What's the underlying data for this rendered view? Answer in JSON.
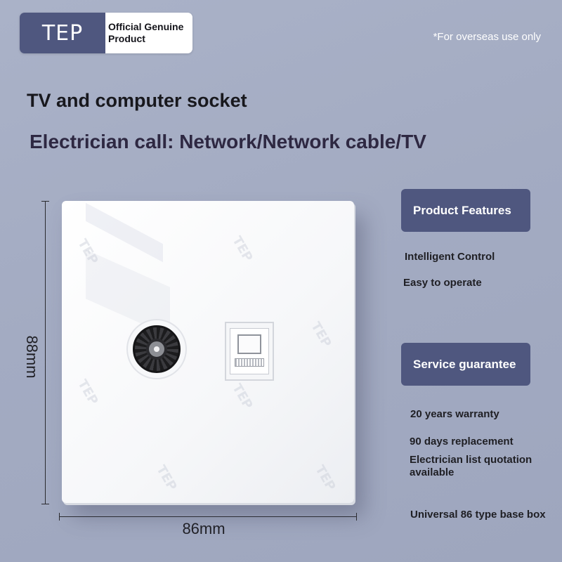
{
  "brand": {
    "logo": "TEP",
    "line1": "Official Genuine",
    "line2": "Product"
  },
  "notice": "*For overseas use only",
  "title": "TV and computer socket",
  "subtitle": "Electrician call: Network/Network cable/TV",
  "dimensions": {
    "height": "88mm",
    "width": "86mm"
  },
  "plate": {
    "watermark": "TEP",
    "ports": [
      "tv-coax-port",
      "network-port"
    ]
  },
  "product_features": {
    "heading": "Product Features",
    "items": [
      "Intelligent Control",
      "Easy to operate"
    ]
  },
  "service_guarantee": {
    "heading": "Service guarantee",
    "items": [
      "20 years warranty",
      "90 days replacement",
      "Electrician list quotation available"
    ]
  },
  "base_box": "Universal 86 type base box",
  "colors": {
    "accent": "#4f577f",
    "background": "#a3abc2"
  }
}
